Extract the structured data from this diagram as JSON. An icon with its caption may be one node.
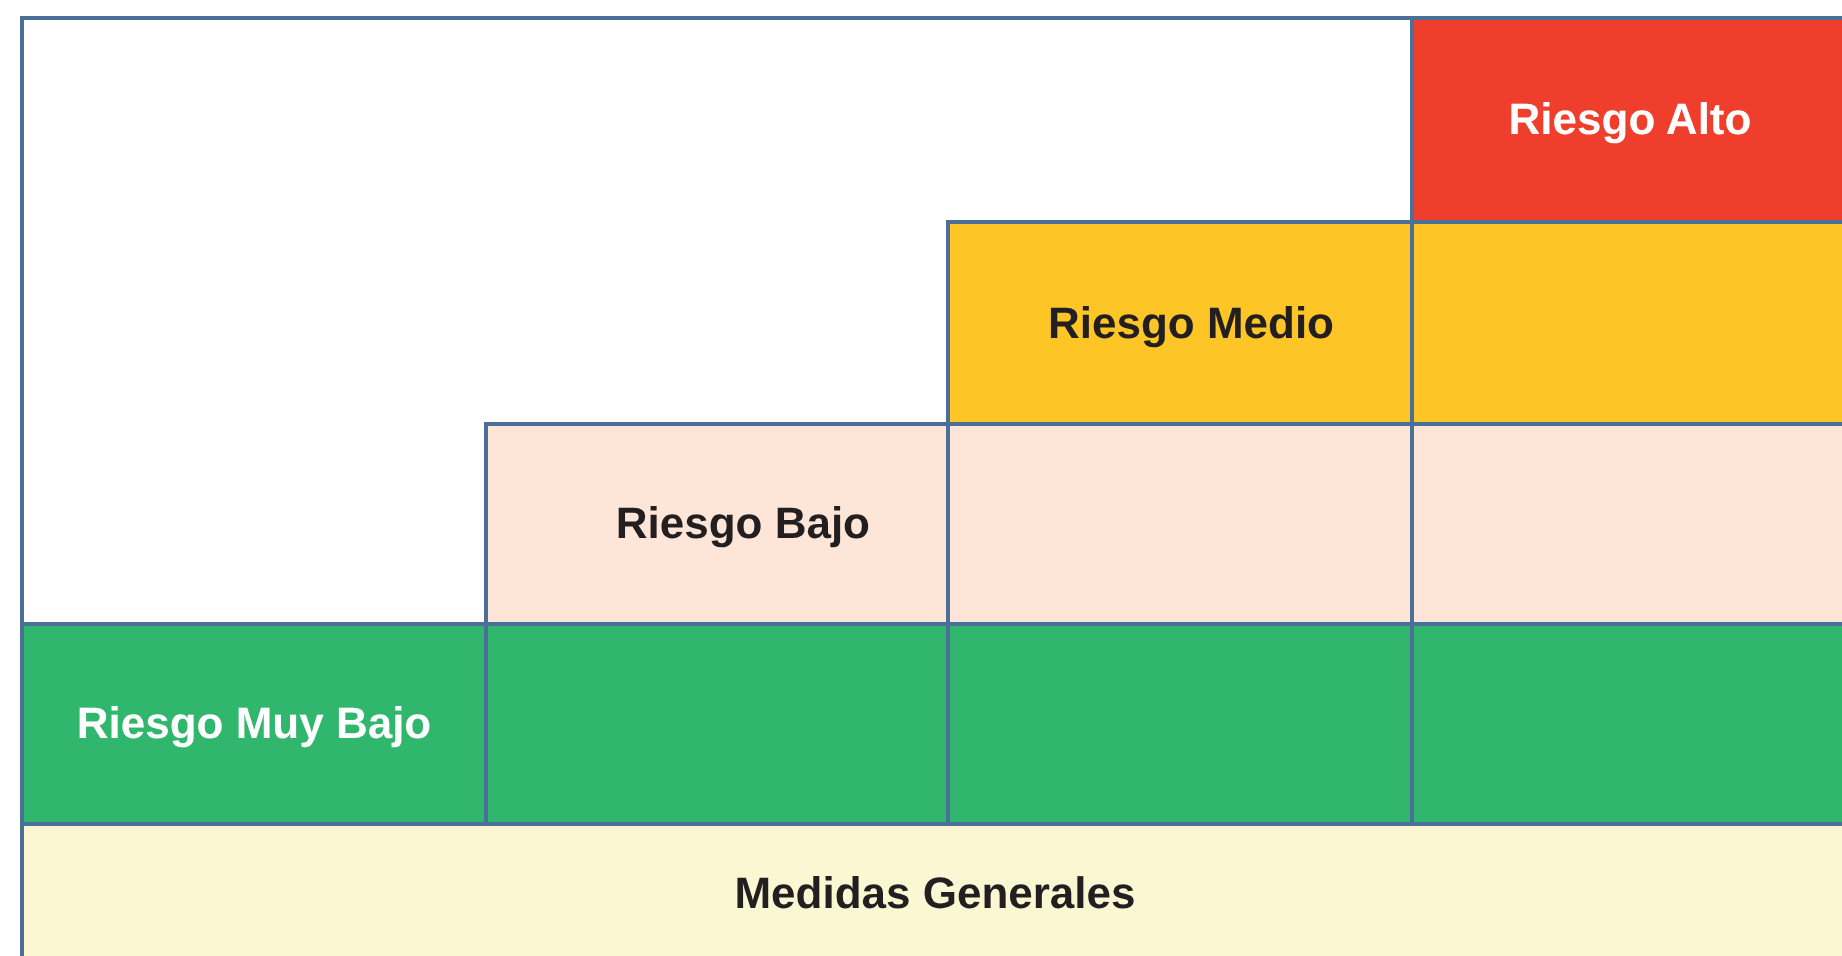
{
  "diagram": {
    "nodes": [
      {
        "text": [
          "Riesgo Alto"
        ]
      },
      {
        "text": [
          "Riesgo Medio"
        ]
      },
      {
        "text": [],
        "shape": "box"
      },
      {
        "text": [
          "Riesgo Bajo"
        ]
      },
      {
        "text": [],
        "shape": "box"
      },
      {
        "text": [],
        "shape": "box"
      },
      {
        "text": [
          "Riesgo Muy Bajo"
        ]
      },
      {
        "text": [],
        "shape": "box"
      },
      {
        "text": [],
        "shape": "box"
      },
      {
        "text": [],
        "shape": "box"
      },
      {
        "text": [
          "Medidas Generales"
        ]
      }
    ],
    "edges": []
  }
}
